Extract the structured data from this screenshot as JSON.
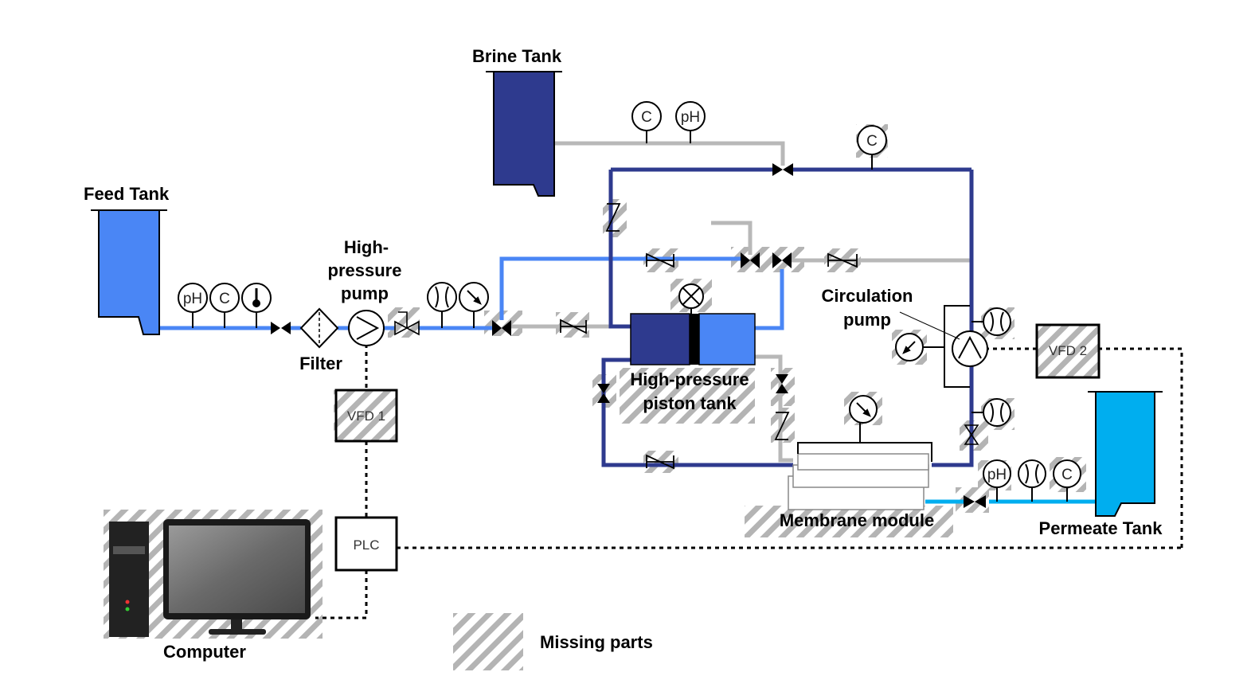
{
  "labels": {
    "brine_tank": "Brine Tank",
    "feed_tank": "Feed Tank",
    "high_pressure_pump": [
      "High-",
      "pressure",
      "pump"
    ],
    "filter": "Filter",
    "circulation_pump": [
      "Circulation",
      "pump"
    ],
    "piston_tank": [
      "High-pressure",
      "piston tank"
    ],
    "membrane_module": "Membrane module",
    "permeate_tank": "Permeate Tank",
    "computer": "Computer",
    "legend_missing": "Missing parts"
  },
  "instruments": {
    "ph": "pH",
    "c": "C"
  },
  "controllers": {
    "vfd1": "VFD 1",
    "vfd2": "VFD 2",
    "plc": "PLC"
  },
  "colors": {
    "feed_blue": "#4a86f5",
    "brine_navy": "#2e3a8e",
    "permeate_cyan": "#00aeef",
    "grey_line": "#b8b8b8",
    "hatch": "#b4b4b4"
  }
}
